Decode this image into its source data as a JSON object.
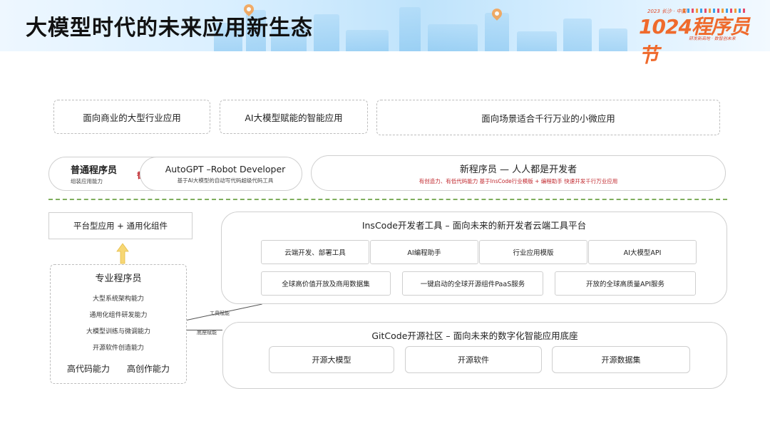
{
  "header": {
    "title": "大模型时代的未来应用新生态",
    "logo_main": "1024程序员节",
    "logo_top": "2023 长沙 · 中国",
    "logo_sub": "研发新高地 · 数智创未来"
  },
  "top_row": {
    "commercial": "面向商业的大型行业应用",
    "ai_enabled": "AI大模型赋能的智能应用",
    "micro": "面向场景适合千行万业的小微应用"
  },
  "dev_row": {
    "normal_title": "普通程序员",
    "normal_sub": "组装应用能力",
    "replace": "替代",
    "autogpt_title": "AutoGPT –Robot Developer",
    "autogpt_sub": "基于AI大模型的自动写代码超级代码工具",
    "new_title": "新程序员 — 人人都是开发者",
    "new_sub": "有创造力、有低代码能力  基于InsCode行业模版 + 编程助手  快速开发千行万业应用"
  },
  "left": {
    "platform": "平台型应用 + 通用化组件",
    "pro_title": "专业程序员",
    "abilities": [
      "大型系统架构能力",
      "通用化组件研发能力",
      "大模型训练与微调能力",
      "开源软件创造能力"
    ],
    "bottom_left": "高代码能力",
    "bottom_right": "高创作能力"
  },
  "inscode": {
    "title": "InsCode开发者工具 – 面向未来的新开发者云端工具平台",
    "row1": [
      "云端开发、部署工具",
      "AI编程助手",
      "行业应用模版",
      "AI大模型API"
    ],
    "row2": [
      "全球高价值开放及商用数据集",
      "一键启动的全球开源组件PaaS服务",
      "开放的全球高质量API服务"
    ]
  },
  "gitcode": {
    "title": "GitCode开源社区 – 面向未来的数字化智能应用底座",
    "items": [
      "开源大模型",
      "开源软件",
      "开源数据集"
    ]
  },
  "connectors": {
    "tool": "工具赋能",
    "base": "底座赋能"
  },
  "colors": {
    "accent_red": "#c0272d",
    "separator_green": "#7fae5d",
    "arrow_yellow": "#f7d774"
  }
}
